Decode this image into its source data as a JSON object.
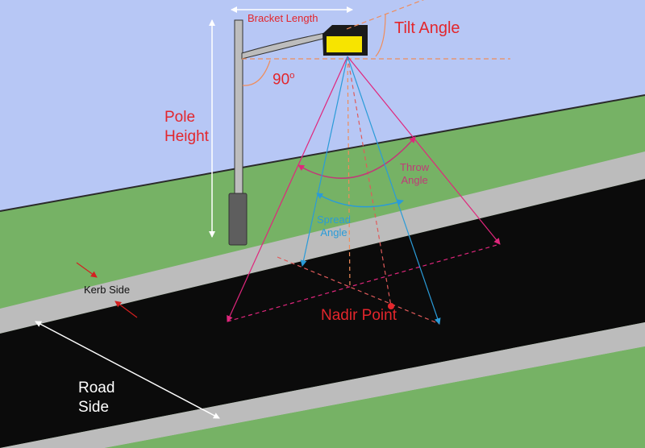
{
  "labels": {
    "bracket_length": "Bracket Length",
    "tilt_angle": "Tilt Angle",
    "right_angle": "90",
    "right_angle_sup": "o",
    "pole_height_1": "Pole",
    "pole_height_2": "Height",
    "throw_angle_1": "Throw",
    "throw_angle_2": "Angle",
    "spread_angle_1": "Spread",
    "spread_angle_2": "Angle",
    "kerb_side": "Kerb Side",
    "nadir_point": "Nadir Point",
    "road_side_1": "Road",
    "road_side_2": "Side"
  },
  "colors": {
    "sky": "#b7c7f5",
    "grass": "#76b265",
    "pavement": "#bcbcbc",
    "road": "#0b0b0b",
    "pole": "#bdbdbd",
    "pole_base": "#5e5e5e",
    "lamp": "#f7e400",
    "lamp_housing": "#1a1a1a",
    "tilt_line": "#f08c5a",
    "label_red": "#e3262c",
    "throw_line": "#e0267c",
    "spread_line": "#2a9bd8",
    "nadir_line": "#e05a5a",
    "kerb_arrow": "#d42020"
  }
}
